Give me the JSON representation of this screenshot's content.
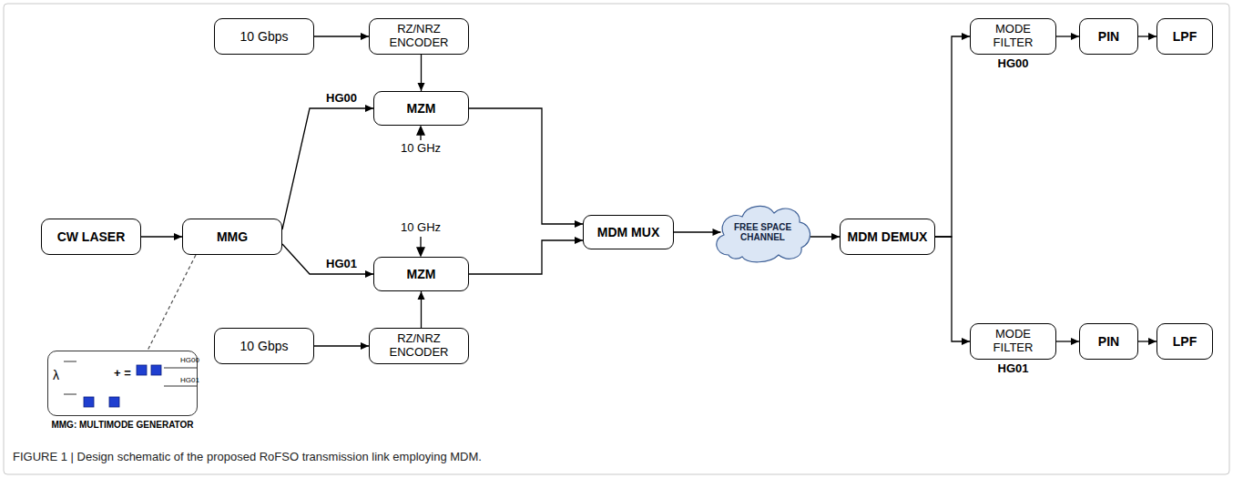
{
  "diagram": {
    "caption": "FIGURE 1 | Design schematic of the proposed RoFSO transmission link employing MDM.",
    "nodes": [
      {
        "text": [
          "10 Gbps"
        ]
      },
      {
        "text": [
          "RZ/NRZ ENCODER"
        ]
      },
      {
        "text": [
          "MZM"
        ]
      },
      {
        "text": [
          "CW LASER"
        ]
      },
      {
        "text": [
          "MMG"
        ]
      },
      {
        "text": [
          "MDM MUX"
        ]
      },
      {
        "text": [
          "FREE SPACE CHANNEL"
        ]
      },
      {
        "text": [
          "MDM DEMUX"
        ]
      },
      {
        "text": [
          "MODE FILTER",
          "HG00"
        ]
      },
      {
        "text": [
          "PIN"
        ]
      },
      {
        "text": [
          "LPF"
        ]
      },
      {
        "text": [
          "MZM"
        ]
      },
      {
        "text": [
          "RZ/NRZ ENCODER"
        ]
      },
      {
        "text": [
          "10 Gbps"
        ]
      },
      {
        "text": [
          "MODE FILTER",
          "HG01"
        ]
      },
      {
        "text": [
          "PIN"
        ]
      },
      {
        "text": [
          "LPF"
        ]
      },
      {
        "text": [
          "λ",
          "+ =",
          "HG00",
          "HG01",
          "MMG: MULTIMODE GENERATOR"
        ]
      }
    ],
    "edges": [
      {
        "from": 0,
        "to": 1,
        "arrow": "to"
      },
      {
        "from": 1,
        "to": 2,
        "arrow": "to"
      },
      {
        "from": 3,
        "to": 4,
        "arrow": "to"
      },
      {
        "from": 4,
        "to": 2,
        "label": "HG00",
        "arrow": "to"
      },
      {
        "from": 4,
        "to": 11,
        "label": "HG01",
        "arrow": "to"
      },
      {
        "from": 2,
        "to": 5,
        "arrow": "to"
      },
      {
        "from": 11,
        "to": 5,
        "arrow": "to"
      },
      {
        "from": 13,
        "to": 12,
        "arrow": "to"
      },
      {
        "from": 12,
        "to": 11,
        "arrow": "to"
      },
      {
        "from": 5,
        "to": 6,
        "arrow": "to"
      },
      {
        "from": 6,
        "to": 7,
        "arrow": "to"
      },
      {
        "from": 7,
        "to": 8,
        "arrow": "to"
      },
      {
        "from": 8,
        "to": 9,
        "arrow": "to"
      },
      {
        "from": 9,
        "to": 10,
        "arrow": "to"
      },
      {
        "from": 7,
        "to": 14,
        "arrow": "to"
      },
      {
        "from": 14,
        "to": 15,
        "arrow": "to"
      },
      {
        "from": 15,
        "to": 16,
        "arrow": "to"
      },
      {
        "from": 4,
        "to": 17,
        "arrow": "none"
      }
    ],
    "labels": [
      "10 GHz",
      "10 GHz"
    ]
  }
}
